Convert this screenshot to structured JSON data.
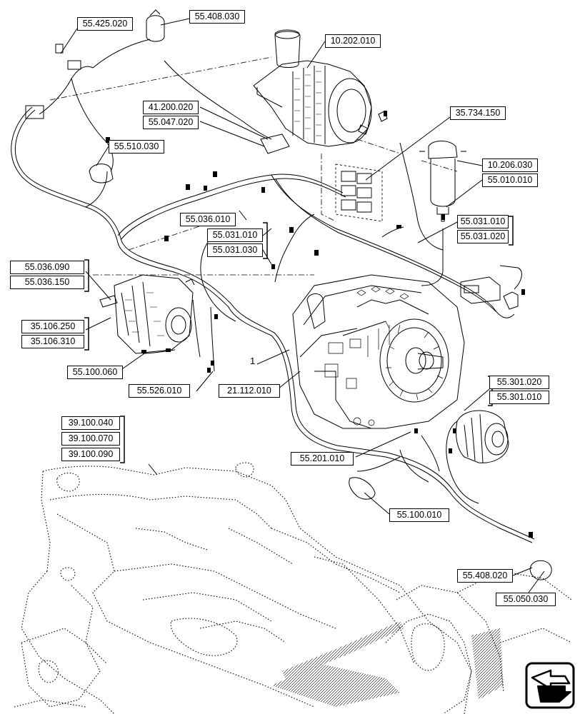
{
  "callouts": {
    "c_55_425_020": "55.425.020",
    "c_55_408_030": "55.408.030",
    "c_10_202_010": "10.202.010",
    "c_41_200_020": "41.200.020",
    "c_55_047_020": "55.047.020",
    "c_35_734_150": "35.734.150",
    "c_55_510_030": "55.510.030",
    "c_10_206_030": "10.206.030",
    "c_55_010_010": "55.010.010",
    "c_55_036_010": "55.036.010",
    "c_55_031_010a": "55.031.010",
    "c_55_031_020": "55.031.020",
    "c_55_031_010b": "55.031.010",
    "c_55_031_030": "55.031.030",
    "c_55_036_090": "55.036.090",
    "c_55_036_150": "55.036.150",
    "c_35_106_250": "35.106.250",
    "c_35_106_310": "35.106.310",
    "c_55_100_060": "55.100.060",
    "c_55_526_010": "55.526.010",
    "c_21_112_010": "21.112.010",
    "c_55_301_020": "55.301.020",
    "c_55_301_010": "55.301.010",
    "c_39_100_040": "39.100.040",
    "c_39_100_070": "39.100.070",
    "c_39_100_090": "39.100.090",
    "c_55_201_010": "55.201.010",
    "c_55_100_010": "55.100.010",
    "c_55_408_020": "55.408.020",
    "c_55_050_030": "55.050.030"
  },
  "item_number": "1",
  "nav_icon": "next-page-arrow-icon",
  "colors": {
    "line": "#000000",
    "background": "#ffffff"
  }
}
